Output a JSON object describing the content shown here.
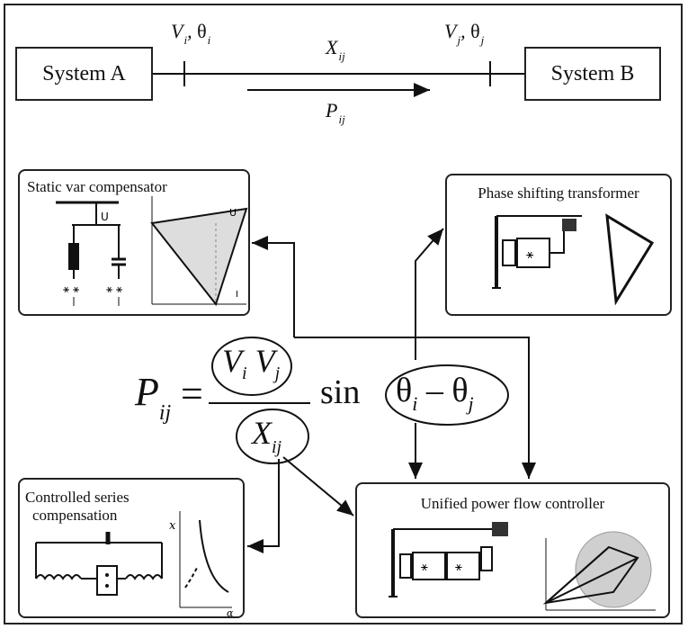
{
  "top": {
    "system_a": "System A",
    "system_b": "System B",
    "vi": "V",
    "vi_sub": "i",
    "theta_i": "θ",
    "theta_i_sub": "i",
    "vj": "V",
    "vj_sub": "j",
    "theta_j": "θ",
    "theta_j_sub": "j",
    "x": "X",
    "x_sub": "ij",
    "p": "P",
    "p_sub": "ij"
  },
  "equation": {
    "p": "P",
    "p_sub": "ij",
    "equals": "=",
    "num_v1": "V",
    "num_v1_sub": "i",
    "num_v2": "V",
    "num_v2_sub": "j",
    "den_x": "X",
    "den_x_sub": "ij",
    "sin": "sin",
    "theta1": "θ",
    "theta1_sub": "i",
    "minus": "–",
    "theta2": "θ",
    "theta2_sub": "j"
  },
  "panels": {
    "svc": "Static var compensator",
    "pst": "Phase shifting transformer",
    "csc_line1": "Controlled series",
    "csc_line2": "compensation",
    "upfc": "Unified power flow controller"
  }
}
